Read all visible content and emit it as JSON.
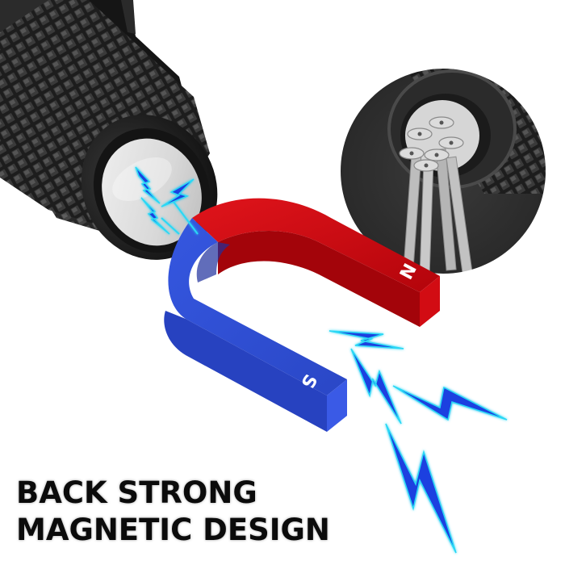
{
  "headline": {
    "line1": "BACK STRONG",
    "line2": "MAGNETIC DESIGN"
  },
  "magnet": {
    "north_label": "N",
    "south_label": "S",
    "north_color": "#c8050d",
    "south_color": "#2f4fd6"
  },
  "inset": {
    "description": "Flashlight tail cap holding screws magnetically",
    "background_color": "#303030"
  },
  "colors": {
    "lightning": "#1a3fe0",
    "lightning_glow": "#2ad8f5",
    "flashlight_body": "#1c1c1c"
  }
}
